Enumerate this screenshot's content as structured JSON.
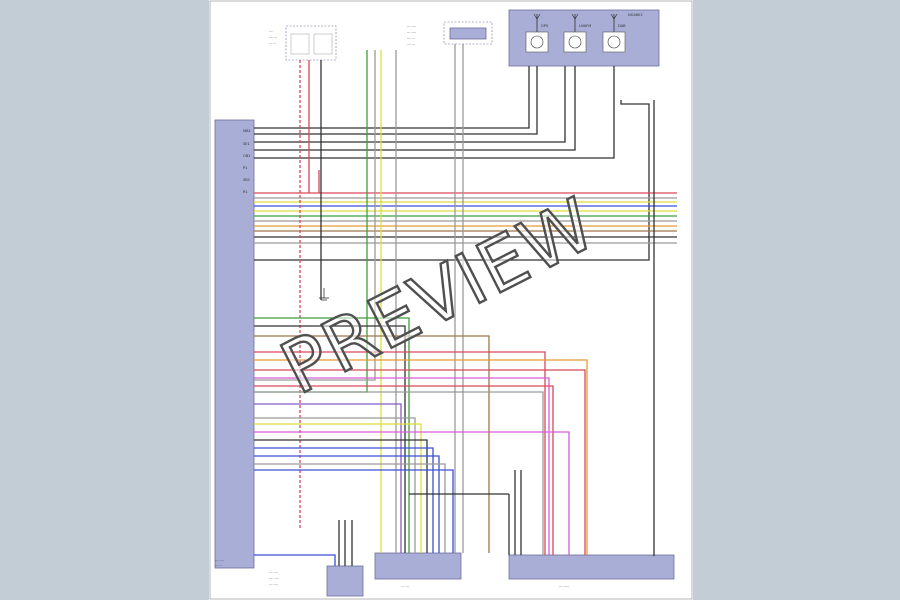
{
  "page": {
    "watermark": "PREVIEW",
    "sheet_id": "E178",
    "background_color": "#c2cdd6"
  },
  "modules": {
    "tcm": {
      "pin_labels": [
        "MB1",
        "SE1",
        "OB1",
        "P1",
        "SB1",
        "R1"
      ]
    },
    "transceiver_box": {
      "ref": "NG4602"
    },
    "antennas": [
      {
        "label": "GPS",
        "icon": "antenna-icon"
      },
      {
        "label": "LNAFM",
        "icon": "antenna-icon"
      },
      {
        "label": "DAB",
        "icon": "antenna-icon"
      }
    ]
  },
  "wire_colors": {
    "red": "#d9475b",
    "blue": "#3a4fd6",
    "green": "#3f9e3f",
    "yellow": "#dede3a",
    "brown": "#a0754a",
    "orange": "#e39a3a",
    "pink": "#d65ed6",
    "black": "#333333",
    "grey": "#9a9a9a",
    "violet": "#8a5ac8"
  }
}
